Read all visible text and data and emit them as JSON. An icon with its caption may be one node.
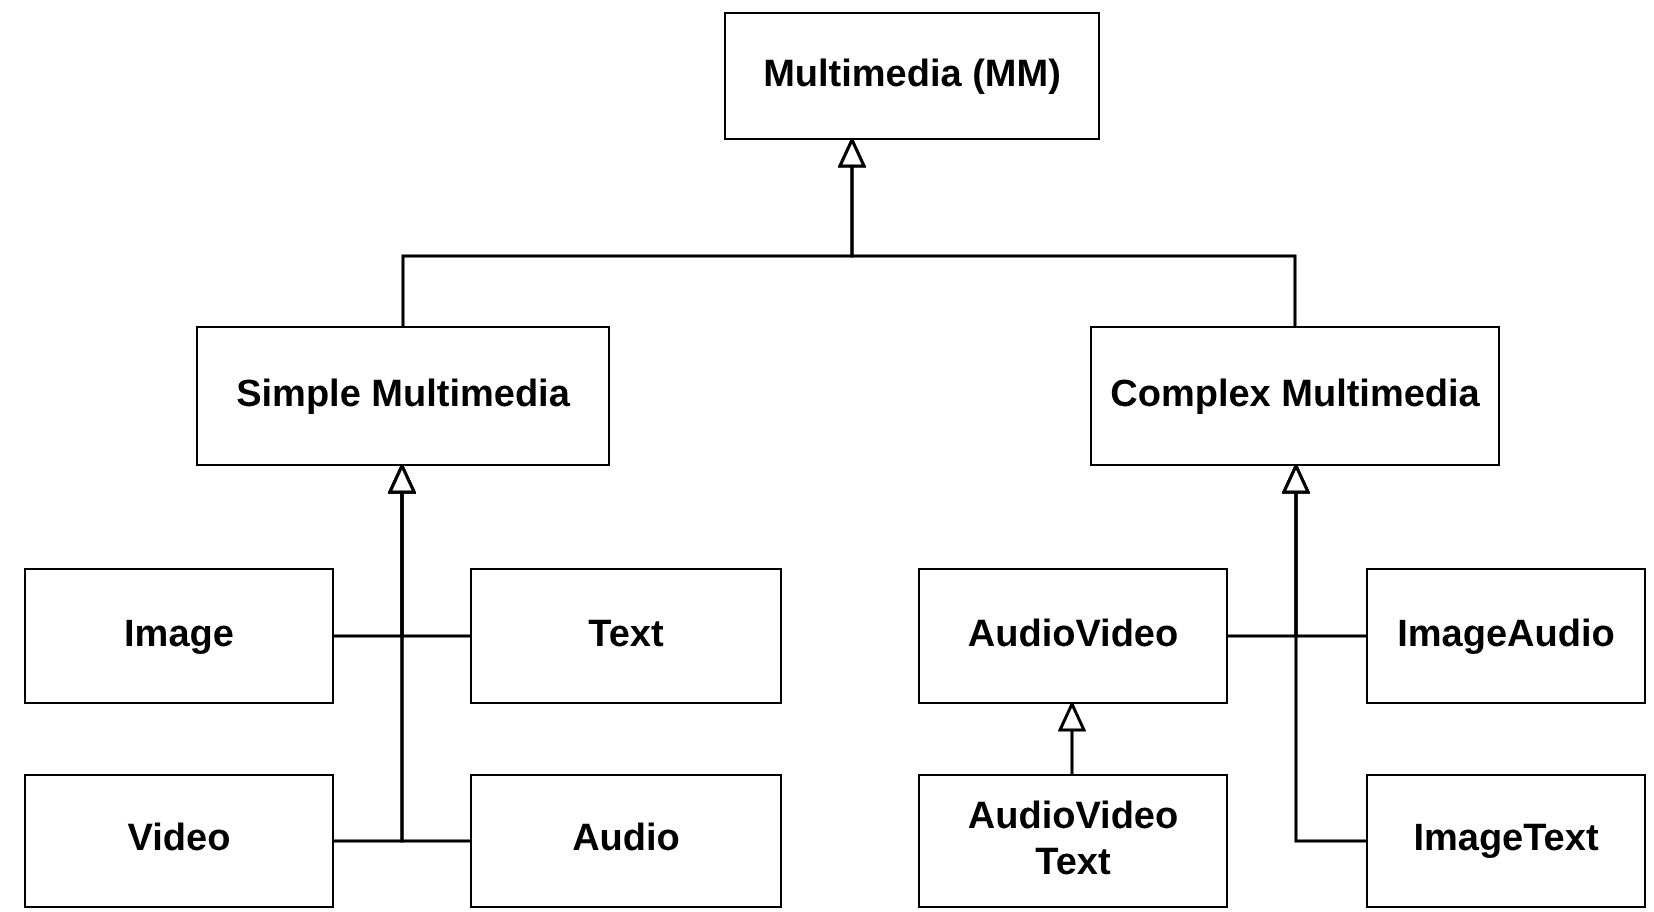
{
  "diagram": {
    "nodes": [
      {
        "text": [
          "Multimedia (MM)"
        ]
      },
      {
        "text": [
          "Simple Multimedia"
        ]
      },
      {
        "text": [
          "Complex Multimedia"
        ]
      },
      {
        "text": [
          "Image"
        ]
      },
      {
        "text": [
          "Text"
        ]
      },
      {
        "text": [
          "AudioVideo"
        ]
      },
      {
        "text": [
          "ImageAudio"
        ]
      },
      {
        "text": [
          "Video"
        ]
      },
      {
        "text": [
          "Audio"
        ]
      },
      {
        "text": [
          "AudioVideo Text"
        ]
      },
      {
        "text": [
          "ImageText"
        ]
      }
    ],
    "edges": [
      {
        "from": 1,
        "to": 0,
        "arrow": "to"
      },
      {
        "from": 2,
        "to": 0,
        "arrow": "to"
      },
      {
        "from": 3,
        "to": 1,
        "arrow": "to"
      },
      {
        "from": 4,
        "to": 1,
        "arrow": "to"
      },
      {
        "from": 7,
        "to": 1,
        "arrow": "to"
      },
      {
        "from": 8,
        "to": 1,
        "arrow": "to"
      },
      {
        "from": 5,
        "to": 2,
        "arrow": "to"
      },
      {
        "from": 6,
        "to": 2,
        "arrow": "to"
      },
      {
        "from": 10,
        "to": 2,
        "arrow": "to"
      },
      {
        "from": 9,
        "to": 5,
        "arrow": "to"
      }
    ]
  }
}
